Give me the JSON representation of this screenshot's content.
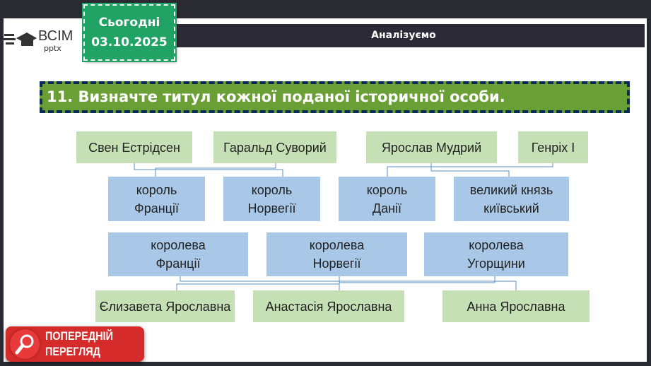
{
  "header": {
    "logo_main": "ВСІМ",
    "logo_sub": "pptx",
    "section": "Аналізуємо"
  },
  "date_badge": {
    "label": "Сьогодні",
    "date": "03.10.2025"
  },
  "task": {
    "title": "11. Визначте титул кожної поданої історичної особи."
  },
  "persons_top": [
    "Свен Естрідсен",
    "Гаральд Суворий",
    "Ярослав Мудрий",
    "Генріх I"
  ],
  "titles_male": [
    {
      "l1": "король",
      "l2": "Франції"
    },
    {
      "l1": "король",
      "l2": "Норвегії"
    },
    {
      "l1": "король",
      "l2": "Данії"
    },
    {
      "l1": "великий князь",
      "l2": "київський"
    }
  ],
  "titles_female": [
    {
      "l1": "королева",
      "l2": "Франції"
    },
    {
      "l1": "королева",
      "l2": "Норвегії"
    },
    {
      "l1": "королева",
      "l2": "Угорщини"
    }
  ],
  "persons_bottom": [
    "Єлизавета Ярославна",
    "Анастасія Ярославна",
    "Анна Ярославна"
  ],
  "preview_badge": {
    "line1": "ПОПЕРЕДНІЙ",
    "line2": "ПЕРЕГЛЯД"
  },
  "colors": {
    "title_green": "#6a9f35",
    "date_green": "#21a366",
    "box_green": "#c5e0b4",
    "box_blue": "#a9c8e8",
    "badge_red": "#d52b2b"
  }
}
